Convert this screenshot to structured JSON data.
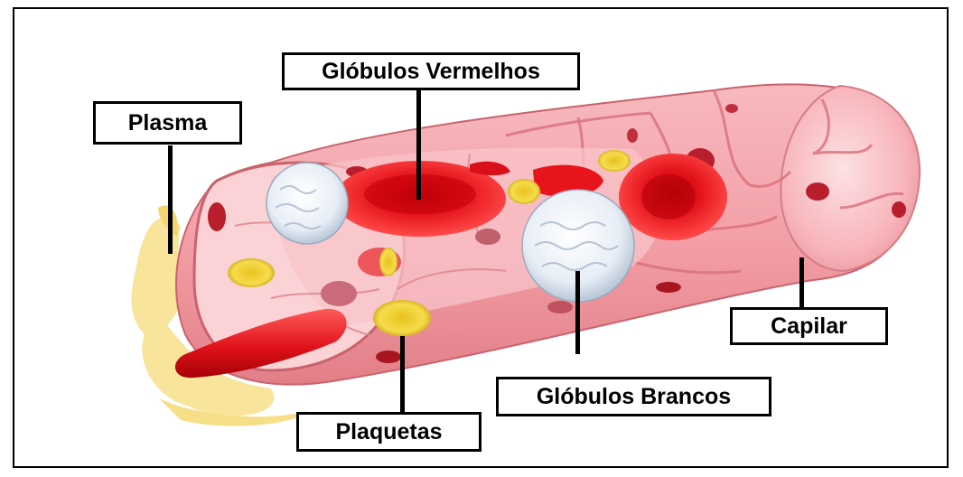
{
  "labels": {
    "red_cells": "Glóbulos Vermelhos",
    "plasma": "Plasma",
    "capillary": "Capilar",
    "white_cells": "Glóbulos Brancos",
    "platelets": "Plaquetas"
  },
  "colors": {
    "vessel_wall": "#f2a3ab",
    "vessel_wall_light": "#fbd3d6",
    "red_cell": "#e8141c",
    "platelet": "#f0d23a",
    "white_cell": "#eef3f8",
    "plasma": "#f7df8a"
  }
}
